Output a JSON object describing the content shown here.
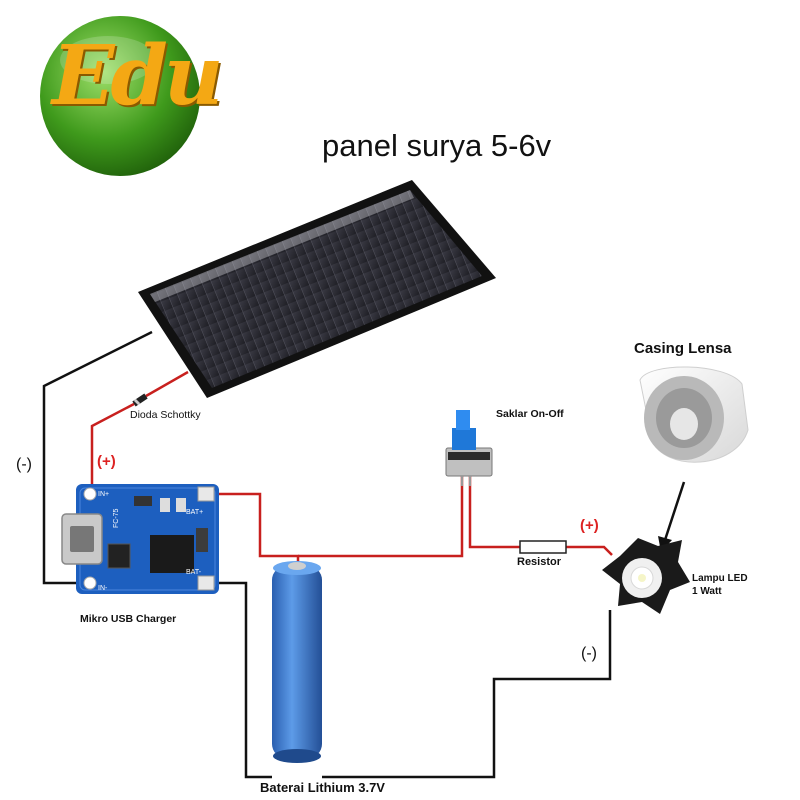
{
  "logo": {
    "text": "Edu"
  },
  "labels": {
    "title": "panel surya 5-6v",
    "casing": "Casing Lensa",
    "saklar": "Saklar On-Off",
    "dioda": "Dioda Schottky",
    "minus_left": "(-)",
    "plus_charger": "(+)",
    "plus_led": "(+)",
    "resistor": "Resistor",
    "lampu_line1": "Lampu LED",
    "lampu_line2": "1 Watt",
    "mikro": "Mikro USB Charger",
    "minus_led": "(-)",
    "baterai": "Baterai Lithium 3.7V"
  },
  "board": {
    "pin_in_plus": "IN+",
    "pin_in_minus": "IN-",
    "pin_bat_plus": "BAT+",
    "pin_bat_minus": "BAT-",
    "chip": "FC-75"
  },
  "colors": {
    "wire_positive": "#c8201e",
    "wire_negative": "#111111",
    "board": "#1d5fbf",
    "battery": "#3a7bd5",
    "panel": "#2b2b33",
    "logo_green": "#3f9a1c",
    "logo_text": "#f4a814"
  }
}
